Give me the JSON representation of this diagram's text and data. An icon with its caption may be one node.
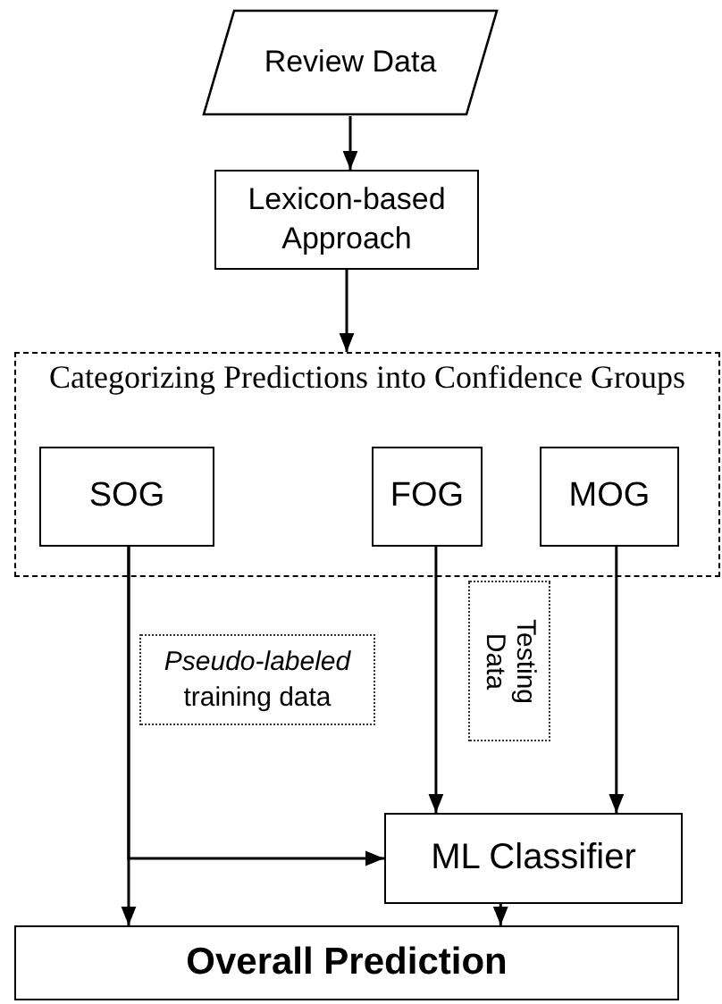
{
  "diagram": {
    "nodes": [
      {
        "text": [
          "Review Data"
        ]
      },
      {
        "text": [
          "Lexicon-based Approach"
        ]
      },
      {
        "text": [
          "Categorizing Predictions into Confidence Groups"
        ]
      },
      {
        "text": [
          "SOG"
        ],
        "in": 2
      },
      {
        "text": [
          "FOG"
        ],
        "in": 2
      },
      {
        "text": [
          "MOG"
        ],
        "in": 2
      },
      {
        "text": [
          "*Pseudo-labeled* training data"
        ]
      },
      {
        "text": [
          "Testing Data"
        ]
      },
      {
        "text": [
          "ML Classifier"
        ]
      },
      {
        "text": [
          "Overall Prediction"
        ]
      }
    ],
    "edges": [
      {
        "from": 0,
        "to": 1,
        "arrow": "to"
      },
      {
        "from": 1,
        "to": 2,
        "arrow": "to"
      },
      {
        "from": 3,
        "to": 9,
        "arrow": "to"
      },
      {
        "from": 3,
        "to": 8,
        "arrow": "to"
      },
      {
        "from": 4,
        "to": 8,
        "arrow": "to"
      },
      {
        "from": 5,
        "to": 8,
        "arrow": "to"
      },
      {
        "from": 8,
        "to": 9,
        "arrow": "to"
      }
    ]
  }
}
